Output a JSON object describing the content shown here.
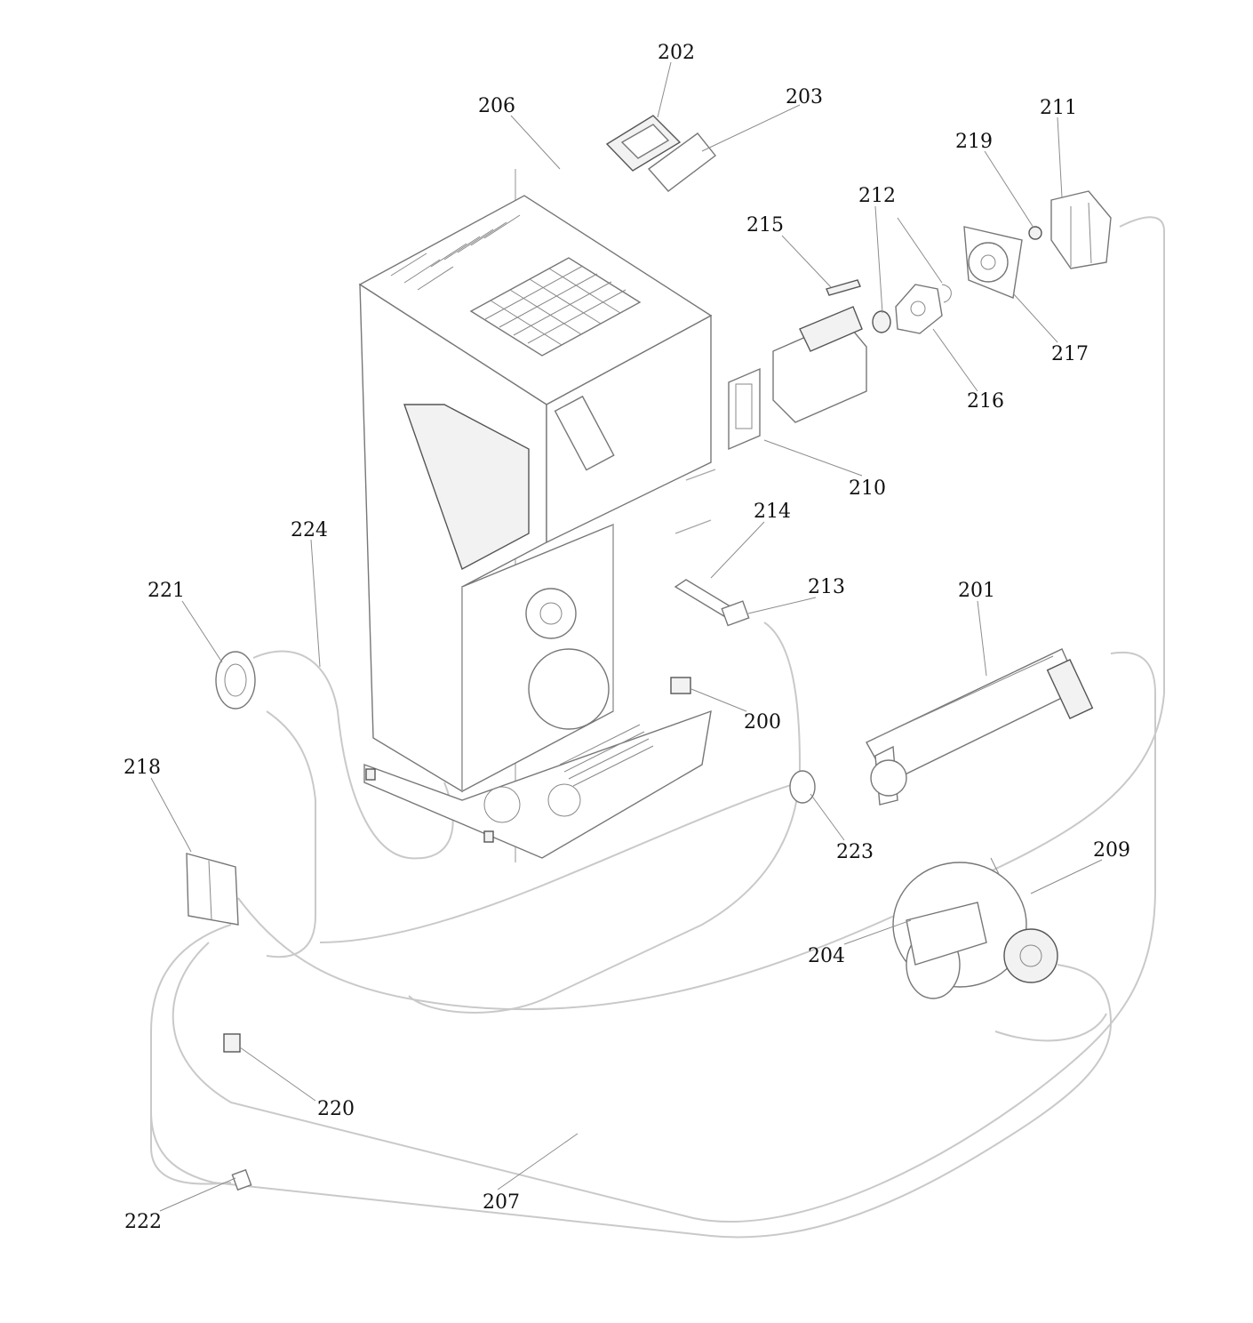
{
  "callouts": {
    "c200": "200",
    "c201": "201",
    "c202": "202",
    "c203": "203",
    "c204": "204",
    "c206": "206",
    "c207": "207",
    "c209": "209",
    "c210": "210",
    "c211": "211",
    "c212": "212",
    "c213": "213",
    "c214": "214",
    "c215": "215",
    "c216": "216",
    "c217": "217",
    "c218": "218",
    "c219": "219",
    "c220": "220",
    "c221": "221",
    "c222": "222",
    "c223": "223",
    "c224": "224"
  }
}
